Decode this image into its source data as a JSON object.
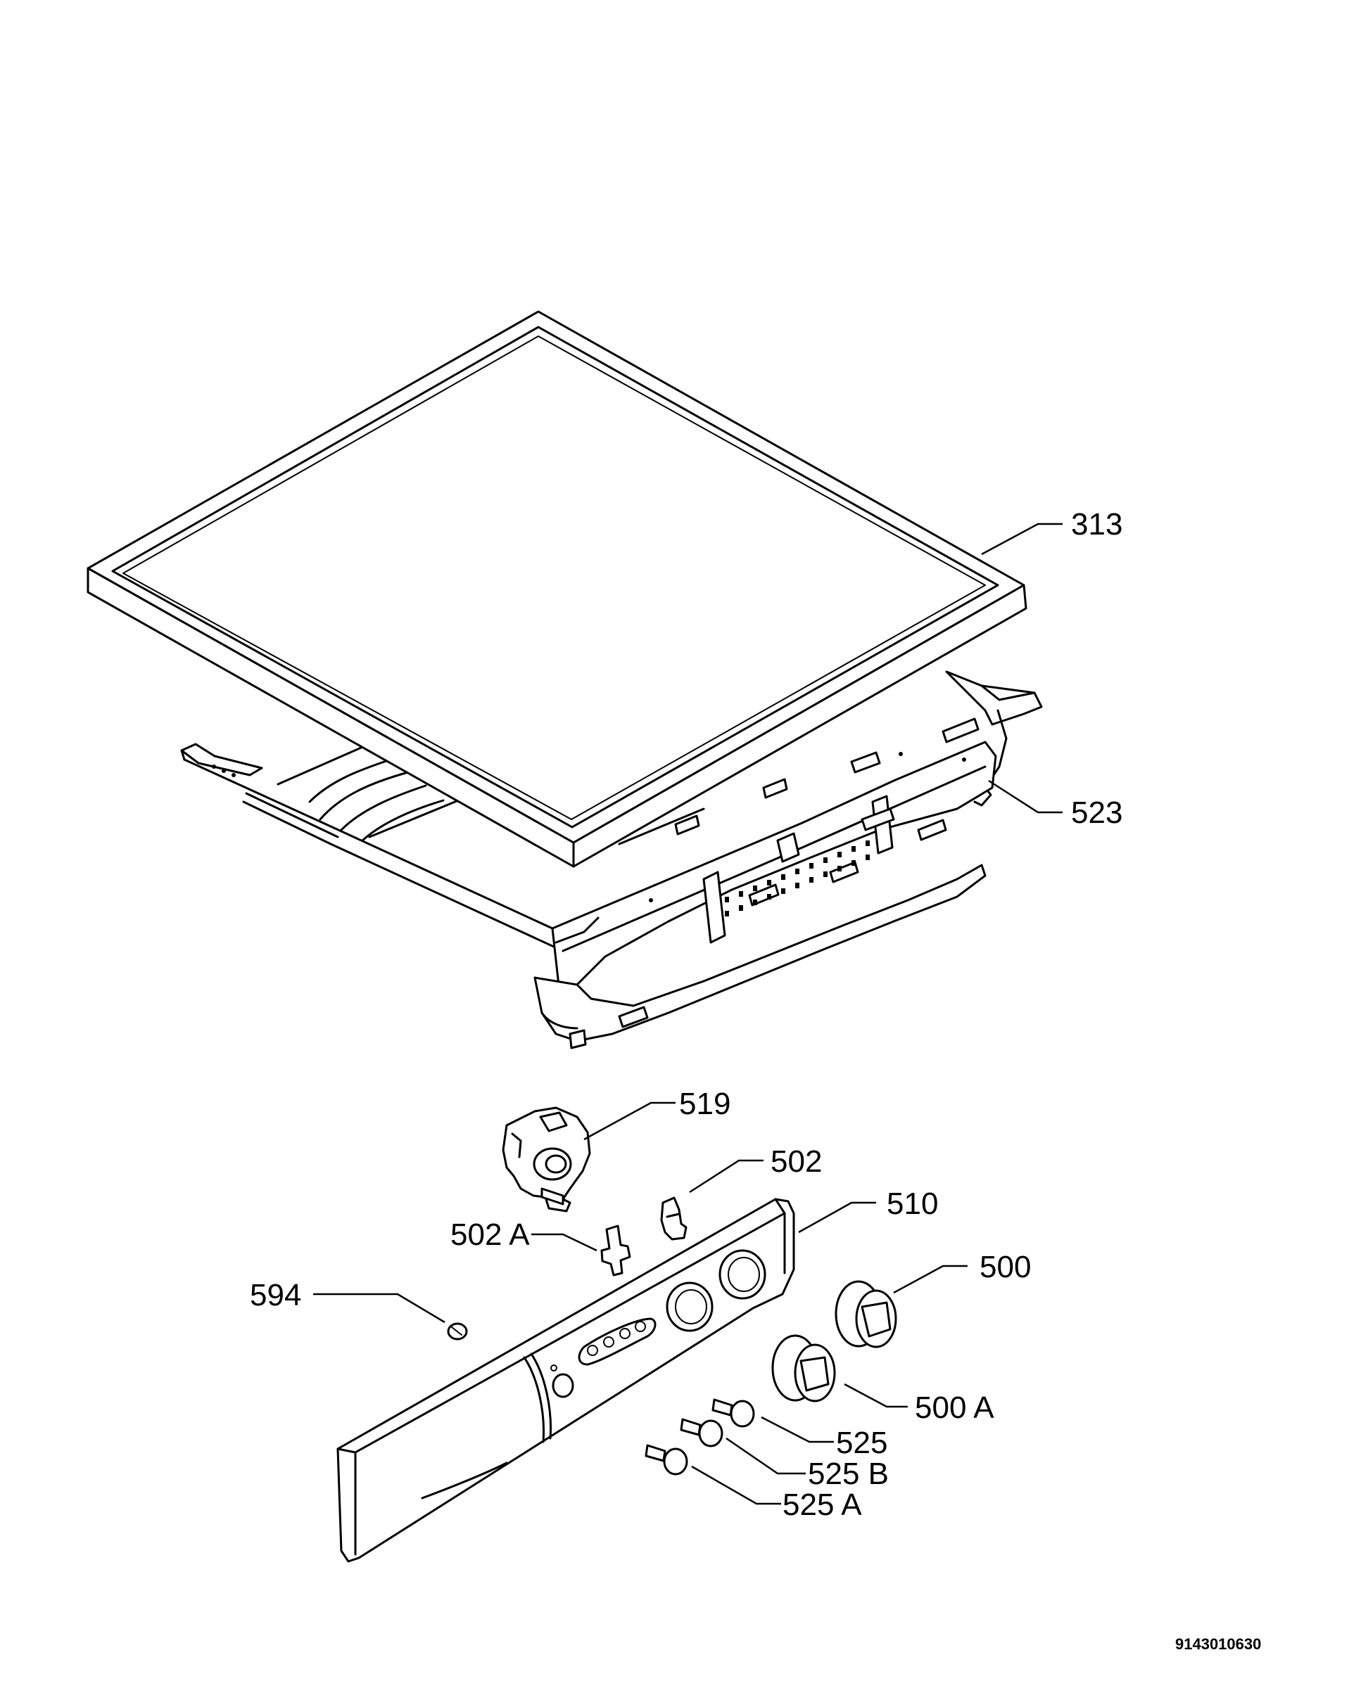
{
  "labels": {
    "p313": "313",
    "p523": "523",
    "p519": "519",
    "p502": "502",
    "p502A": "502 A",
    "p510": "510",
    "p500": "500",
    "p594": "594",
    "p500A": "500 A",
    "p525": "525",
    "p525B": "525 B",
    "p525A": "525 A"
  },
  "document_code": "9143010630"
}
